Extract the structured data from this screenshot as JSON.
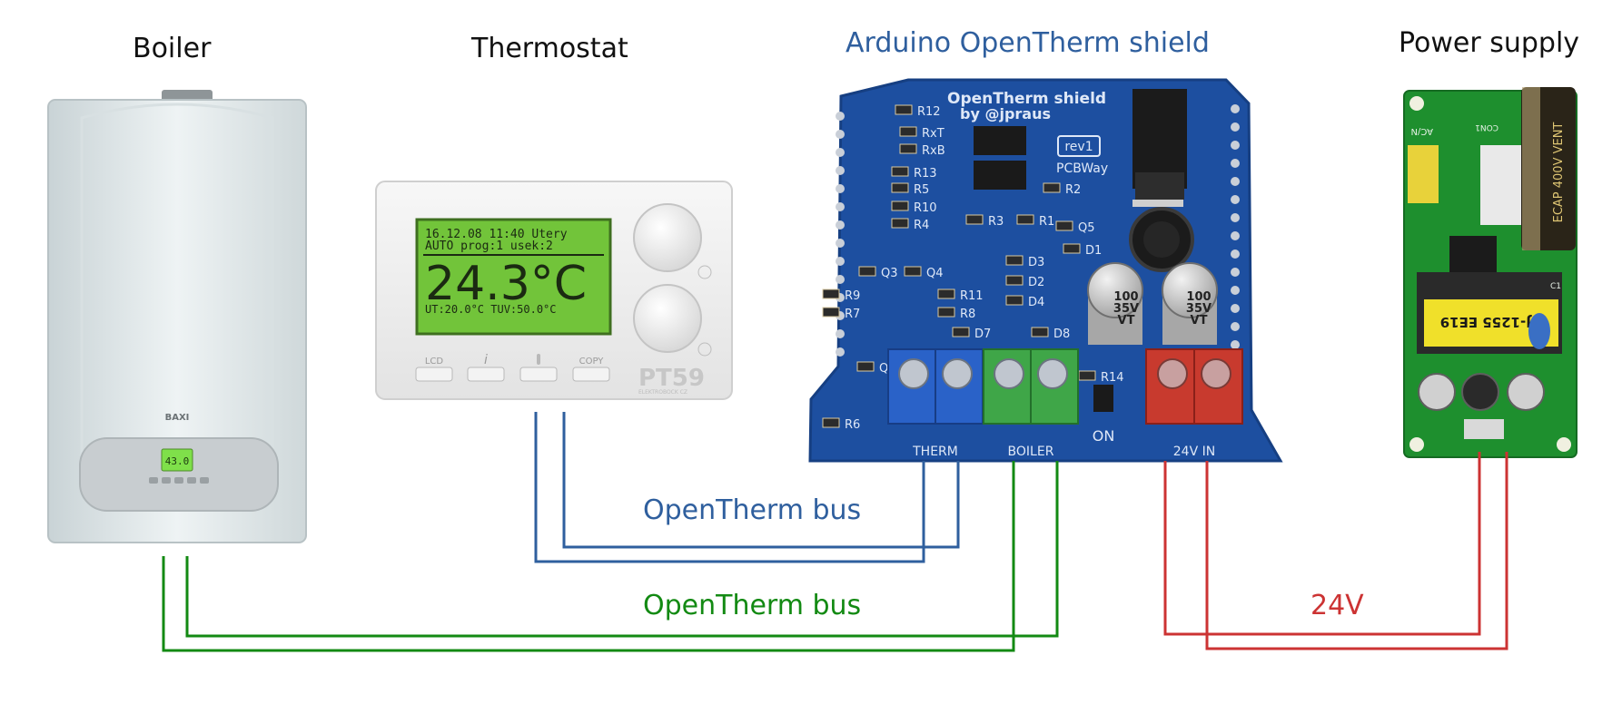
{
  "titles": {
    "boiler": "Boiler",
    "thermostat": "Thermostat",
    "shield": "Arduino OpenTherm shield",
    "power_supply": "Power supply"
  },
  "connections": {
    "thermostat_bus": "OpenTherm bus",
    "boiler_bus": "OpenTherm bus",
    "power": "24V"
  },
  "colors": {
    "blue": "#2f5f9e",
    "green": "#138a13",
    "red": "#cc3333",
    "pcb": "#1d4fa0",
    "psu_pcb": "#1e8f2e"
  },
  "thermostat": {
    "lcd_line1": "16.12.08 11:40  Utery",
    "lcd_line2": "AUTO prog:1  usek:2",
    "lcd_temp": "24.3°C",
    "lcd_line3": "UT:20.0°C  TUV:50.0°C",
    "buttons": [
      "LCD",
      "i",
      "",
      "COPY"
    ],
    "model": "PT59",
    "brand": "ELEKTROBOCK CZ"
  },
  "boiler": {
    "brand": "BAXI",
    "display": "43.0"
  },
  "shield": {
    "title": "OpenTherm shield",
    "byline": "by @jpraus",
    "rev": "rev1",
    "maker": "PCBWay",
    "components": [
      "R12",
      "RxT",
      "RxB",
      "R13",
      "R5",
      "R10",
      "R4",
      "Q3",
      "Q4",
      "R9",
      "R11",
      "R7",
      "R8",
      "Q1",
      "R6",
      "R3",
      "R1",
      "R2",
      "Q5",
      "D1",
      "D3",
      "D2",
      "D4",
      "D7",
      "D8",
      "R14"
    ],
    "cap_label": [
      "100",
      "35V",
      "VT"
    ],
    "terminals": [
      "THERM",
      "BOILER",
      "24V IN"
    ],
    "led_label": "ON"
  },
  "psu": {
    "transformer": "DJ-1255 EE19",
    "cap_text": "ECAP 400V VENT",
    "labels": [
      "AC/N",
      "CON1",
      "C1"
    ]
  }
}
